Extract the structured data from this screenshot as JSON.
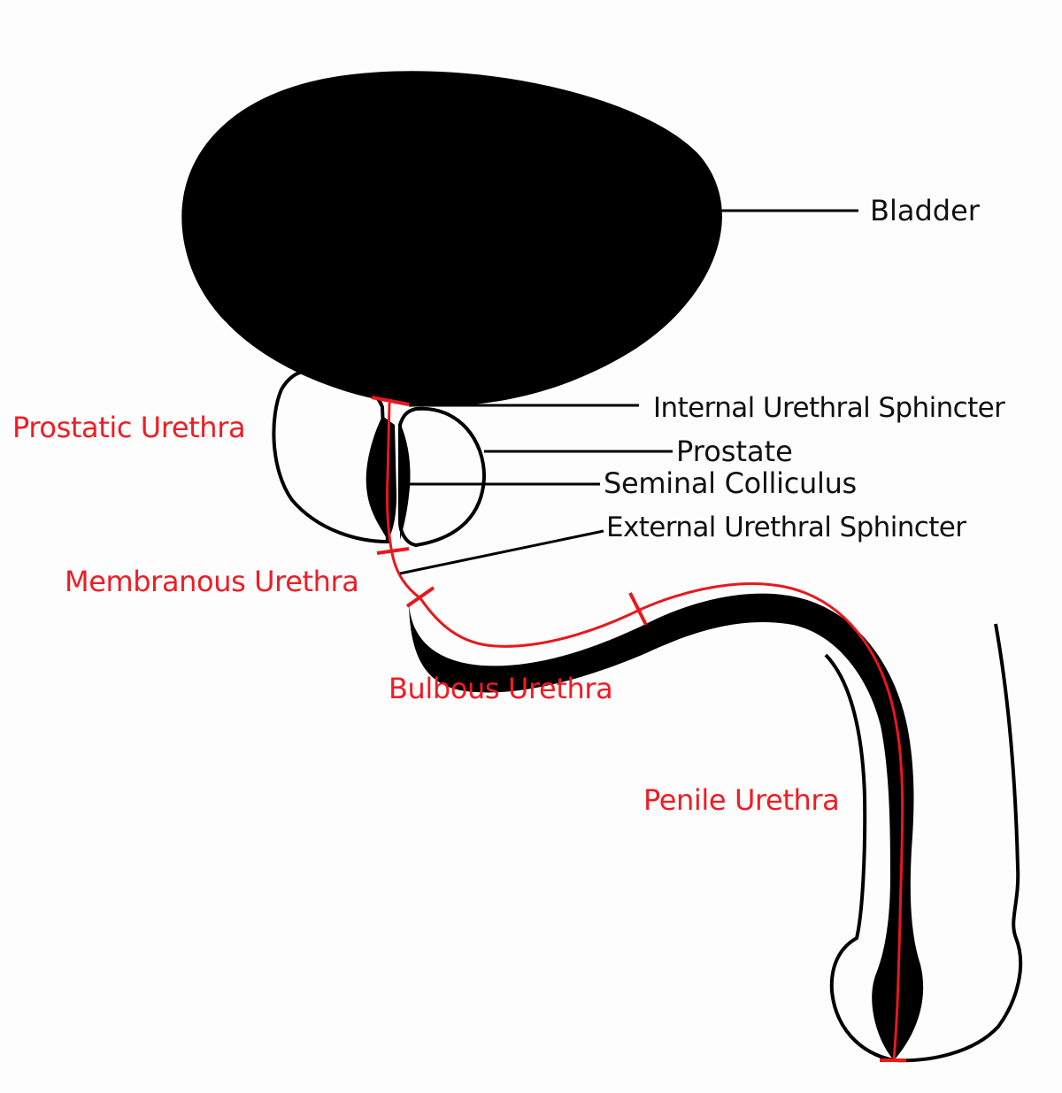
{
  "colors": {
    "anatomy": "#000000",
    "urethra": "#e8181c",
    "anatomy_label": "#111111",
    "segment_label": "#f01c24",
    "background": "#fdfdfd"
  },
  "labels": {
    "bladder": "Bladder",
    "internal_sphincter": "Internal Urethral Sphincter",
    "prostate": "Prostate",
    "seminal_colliculus": "Seminal Colliculus",
    "external_sphincter": "External Urethral Sphincter"
  },
  "segments": {
    "prostatic": "Prostatic Urethra",
    "membranous": "Membranous Urethra",
    "bulbous": "Bulbous Urethra",
    "penile": "Penile Urethra"
  }
}
